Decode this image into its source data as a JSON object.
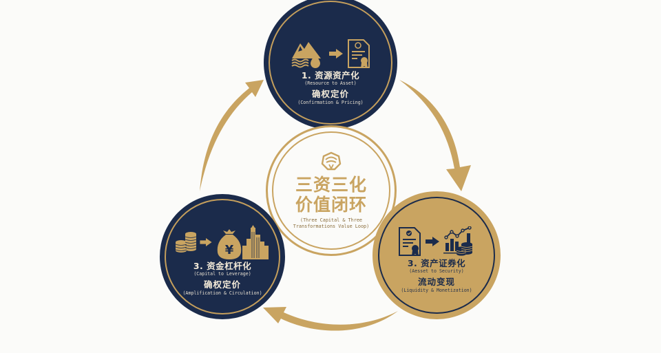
{
  "colors": {
    "navy": "#1b2b4b",
    "gold": "#c9a461",
    "background": "#fbfbf9",
    "light_text": "#f3ead8"
  },
  "center": {
    "icon": "gold-emblem-icon",
    "title_line1": "三资三化",
    "title_line2": "价值闭环",
    "subtitle_line1": "(Three Capital & Three",
    "subtitle_line2": "Transformations Value Loop)"
  },
  "steps": [
    {
      "position": "top",
      "icons": [
        "mountain-water-icon",
        "arrow-right-icon",
        "certificate-icon"
      ],
      "title": "1. 资源资产化",
      "title_en": "(Resource to Asset)",
      "subtitle": "确权定价",
      "subtitle_en": "(Confirmation & Pricing)"
    },
    {
      "position": "right",
      "icons": [
        "certificate-icon",
        "arrow-right-icon",
        "chart-coins-icon"
      ],
      "title": "3. 资产证券化",
      "title_en": "(Aesset to Security)",
      "subtitle": "流动变现",
      "subtitle_en": "(Liquidity & Monetization)"
    },
    {
      "position": "left",
      "icons": [
        "coins-icon",
        "arrow-right-icon",
        "money-bag-city-icon"
      ],
      "title": "3. 资金杠杆化",
      "title_en": "(Capital to Leverage)",
      "subtitle": "确权定价",
      "subtitle_en": "(Amplification & Circulation)"
    }
  ],
  "arrows": [
    {
      "from": "top",
      "to": "right",
      "direction": "clockwise"
    },
    {
      "from": "right",
      "to": "left",
      "direction": "clockwise"
    },
    {
      "from": "left",
      "to": "top",
      "direction": "clockwise"
    }
  ]
}
